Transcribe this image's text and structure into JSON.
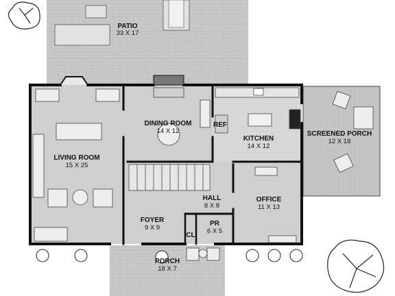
{
  "plan": {
    "rooms": {
      "patio": {
        "name": "PATIO",
        "size": "33 X 17"
      },
      "living_room": {
        "name": "LIVING ROOM",
        "size": "15 X 25"
      },
      "dining_room": {
        "name": "DINING ROOM",
        "size": "14 X 12"
      },
      "kitchen": {
        "name": "KITCHEN",
        "size": "14 X 12"
      },
      "screened_porch": {
        "name": "SCREENED PORCH",
        "size": "12 X 18"
      },
      "hall": {
        "name": "HALL",
        "size": "8 X 8"
      },
      "office": {
        "name": "OFFICE",
        "size": "11 X 13"
      },
      "foyer": {
        "name": "FOYER",
        "size": "9 X 9"
      },
      "powder_room": {
        "name": "PR",
        "size": "6 X 5"
      },
      "porch": {
        "name": "PORCH",
        "size": "18 X 7"
      }
    },
    "labels": {
      "refrigerator": "REF",
      "closet": "CL"
    }
  }
}
